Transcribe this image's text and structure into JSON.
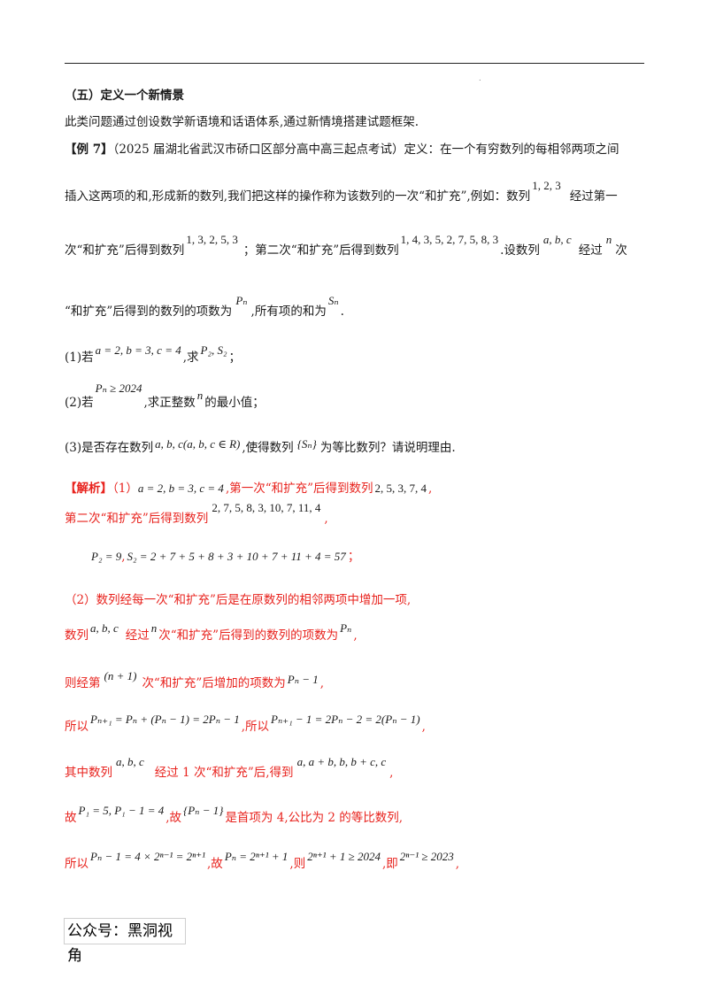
{
  "section_title": "（五）定义一个新情景",
  "intro": "此类问题通过创设数学新语境和话语体系,通过新情境搭建试题框架.",
  "example": {
    "tag": "【例 7】",
    "l1": "（2025 届湖北省武汉市硚口区部分高中高三起点考试）定义：在一个有穷数列的每相邻两项之间",
    "l2a": "插入这两项的和,形成新的数列,我们把这样的操作称为该数列的一次“和扩充”,例如：数列",
    "l2m": "1, 2, 3",
    "l2b": "经过第一",
    "l3a": "次“和扩充”后得到数列",
    "l3m1": "1, 3, 2, 5, 3",
    "l3b": "；第二次“和扩充”后得到数列",
    "l3m2": "1, 4, 3, 5, 2, 7, 5, 8, 3",
    "l3c": ".设数列",
    "l3m3": "a, b, c",
    "l3d": "经过",
    "l3m4": "n",
    "l3e": "次",
    "l4a": "“和扩充”后得到的数列的项数为",
    "l4m1": "Pₙ",
    "l4b": ",所有项的和为",
    "l4m2": "Sₙ",
    "l4c": "."
  },
  "q1": {
    "a": "(1)若",
    "m1": "a = 2, b = 3, c = 4",
    "b": ",求",
    "m2": "P₂, S₂",
    "c": "；"
  },
  "q2": {
    "a": "(2)若",
    "m1": "Pₙ ≥ 2024",
    "b": ",求正整数",
    "m2": "n",
    "c": "的最小值；"
  },
  "q3": {
    "a": "(3)是否存在数列",
    "m1": "a, b, c(a, b, c ∈ R)",
    "b": ",使得数列",
    "m2": "{Sₙ}",
    "c": "为等比数列？请说明理由."
  },
  "sol": {
    "tag": "【解析】",
    "s1a": "（1）",
    "s1m": "a = 2, b = 3, c = 4",
    "s1b": ",第一次“和扩充”后得到数列",
    "s1m2": "2, 5, 3, 7, 4",
    "s1c": ",",
    "s2a": "第二次“和扩充”后得到数列",
    "s2m": "2, 7, 5, 8, 3, 10, 7, 11, 4",
    "s2b": ",",
    "s3m": "P₂ = 9",
    "s3a": ",",
    "s3m2": "S₂ = 2 + 7 + 5 + 8 + 3 + 10 + 7 + 11 + 4 = 57",
    "s3b": "；",
    "s4": "（2）数列经每一次“和扩充”后是在原数列的相邻两项中增加一项,",
    "s5a": "数列",
    "s5m": "a, b, c",
    "s5b": "经过",
    "s5m2": "n",
    "s5c": "次“和扩充”后得到的数列的项数为",
    "s5m3": "Pₙ",
    "s5d": ",",
    "s6a": "则经第",
    "s6m": "(n + 1)",
    "s6b": "次“和扩充”后增加的项数为",
    "s6m2": "Pₙ − 1",
    "s6c": ",",
    "s7a": "所以",
    "s7m": "Pₙ₊₁ = Pₙ + (Pₙ − 1) = 2Pₙ − 1",
    "s7b": ",所以",
    "s7m2": "Pₙ₊₁ − 1 = 2Pₙ − 2 = 2(Pₙ − 1)",
    "s7c": ",",
    "s8a": "其中数列",
    "s8m": "a, b, c",
    "s8b": "经过 1 次“和扩充”后,得到",
    "s8m2": "a, a + b, b, b + c, c",
    "s8c": ",",
    "s9a": "故",
    "s9m": "P₁ = 5, P₁ − 1 = 4",
    "s9b": ",故",
    "s9m2": "{Pₙ − 1}",
    "s9c": "是首项为 4,公比为 2 的等比数列,",
    "s10a": "所以",
    "s10m": "Pₙ − 1 = 4 × 2ⁿ⁻¹ = 2ⁿ⁺¹",
    "s10b": ",故",
    "s10m2": "Pₙ = 2ⁿ⁺¹ + 1",
    "s10c": ",则",
    "s10m3": "2ⁿ⁺¹ + 1 ≥ 2024",
    "s10d": ",即",
    "s10m4": "2ⁿ⁻¹ ≥ 2023",
    "s10e": ","
  },
  "watermark": "公众号：黑洞视角"
}
